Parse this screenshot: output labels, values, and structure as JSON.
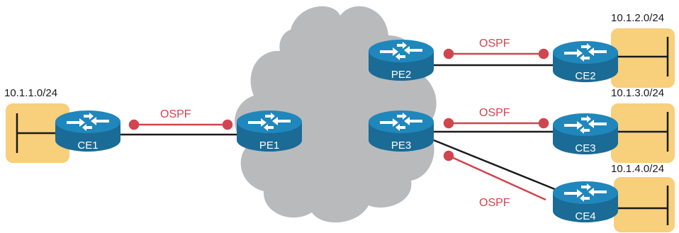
{
  "colors": {
    "cloud": "#b8b9bb",
    "router_body": "#1a6b96",
    "router_top": "#1f87bc",
    "lan_box": "#f8cf7a",
    "ospf": "#d2444f",
    "link": "#1a1a1a"
  },
  "subnets": {
    "ce1_lan": "10.1.1.0/24",
    "ce2_lan": "10.1.2.0/24",
    "ce3_lan": "10.1.3.0/24",
    "ce4_lan": "10.1.4.0/24"
  },
  "routers": {
    "ce1": "CE1",
    "pe1": "PE1",
    "pe2": "PE2",
    "pe3": "PE3",
    "ce2": "CE2",
    "ce3": "CE3",
    "ce4": "CE4"
  },
  "protocols": {
    "ce1_pe1": "OSPF",
    "pe2_ce2": "OSPF",
    "pe3_ce3": "OSPF",
    "pe3_ce4": "OSPF"
  }
}
